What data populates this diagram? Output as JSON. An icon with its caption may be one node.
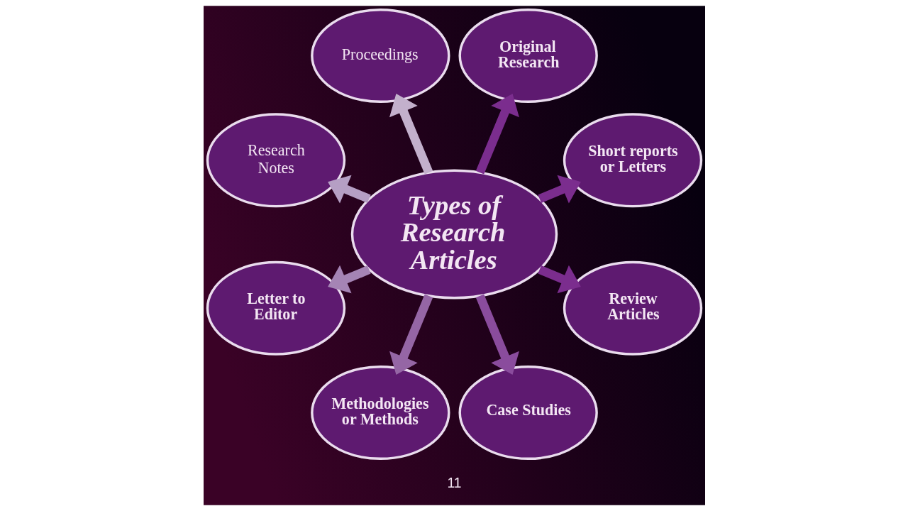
{
  "diagram": {
    "nodes": [
      {
        "text": [
          "Types of Research Articles"
        ]
      },
      {
        "text": [
          "Original Research"
        ]
      },
      {
        "text": [
          "Short reports or Letters"
        ]
      },
      {
        "text": [
          "Review Articles"
        ]
      },
      {
        "text": [
          "Case Studies"
        ]
      },
      {
        "text": [
          "Methodologies or Methods"
        ]
      },
      {
        "text": [
          "Letter to Editor"
        ]
      },
      {
        "text": [
          "Research Notes"
        ]
      },
      {
        "text": [
          "Proceedings"
        ]
      }
    ],
    "edges": [
      {
        "from": 0,
        "to": 1,
        "arrow": "to"
      },
      {
        "from": 0,
        "to": 2,
        "arrow": "to"
      },
      {
        "from": 0,
        "to": 3,
        "arrow": "to"
      },
      {
        "from": 0,
        "to": 4,
        "arrow": "to",
        "color": "#8a4c9d"
      },
      {
        "from": 0,
        "to": 5,
        "arrow": "to",
        "color": "#9566a5"
      },
      {
        "from": 0,
        "to": 6,
        "arrow": "to",
        "color": "#a584b5"
      },
      {
        "from": 0,
        "to": 7,
        "arrow": "to",
        "color": "#b59fc4"
      },
      {
        "from": 0,
        "to": 8,
        "arrow": "to",
        "color": "#c3b0cc"
      }
    ],
    "labels": [
      "11"
    ]
  }
}
